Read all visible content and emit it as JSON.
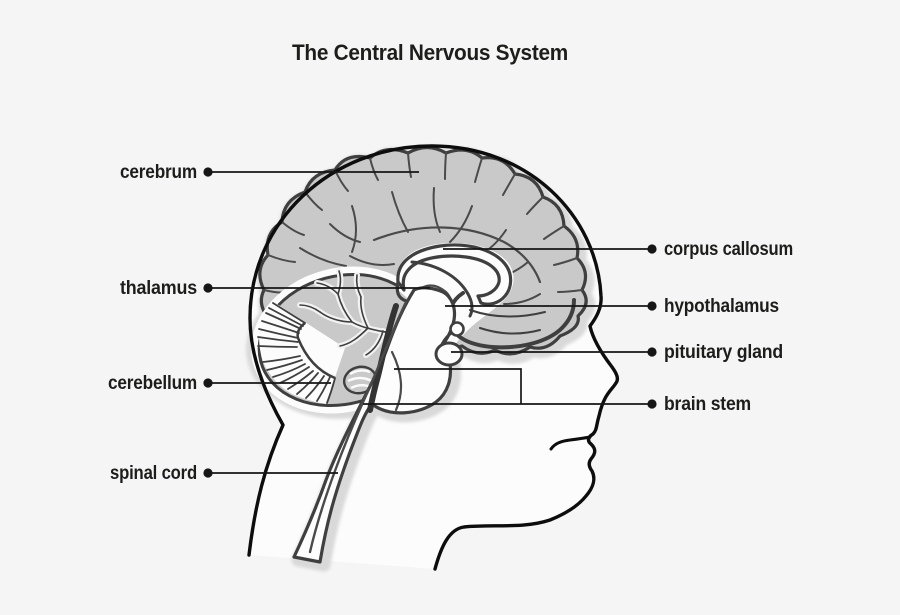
{
  "title": "The Central Nervous System",
  "labels": {
    "left": [
      {
        "id": "cerebrum",
        "text": "cerebrum"
      },
      {
        "id": "thalamus",
        "text": "thalamus"
      },
      {
        "id": "cerebellum",
        "text": "cerebellum"
      },
      {
        "id": "spinal-cord",
        "text": "spinal cord"
      }
    ],
    "right": [
      {
        "id": "corpus-callosum",
        "text": "corpus callosum"
      },
      {
        "id": "hypothalamus",
        "text": "hypothalamus"
      },
      {
        "id": "pituitary-gland",
        "text": "pituitary gland"
      },
      {
        "id": "brain-stem",
        "text": "brain stem"
      }
    ]
  },
  "colors": {
    "background": "#f5f5f5",
    "head_fill": "#fcfcfc",
    "brain_fill": "#c9c9c9",
    "brain_outline": "#3f3f3f",
    "shadow": "#d9d9d9",
    "head_outline": "#0d0d0d",
    "leader_line": "#161616",
    "text": "#1d1d1b"
  }
}
